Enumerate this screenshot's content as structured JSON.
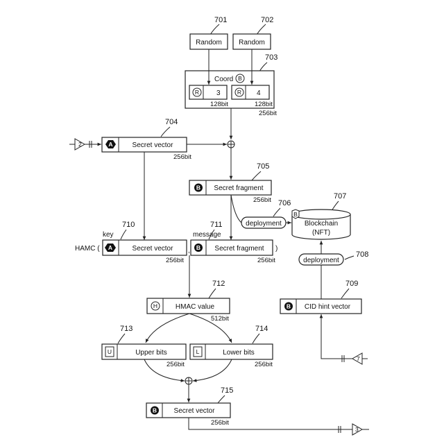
{
  "refs": {
    "r701": "701",
    "r702": "702",
    "r703": "703",
    "r704": "704",
    "r705": "705",
    "r706": "706",
    "r707": "707",
    "r708": "708",
    "r709": "709",
    "r710": "710",
    "r711": "711",
    "r712": "712",
    "r713": "713",
    "r714": "714",
    "r715": "715"
  },
  "random_left": "Random",
  "random_right": "Random",
  "coord": {
    "label": "Coord",
    "badge": "B",
    "left_badge": "R",
    "left_value": "3",
    "left_bits": "128bit",
    "right_badge": "R",
    "right_value": "4",
    "right_bits": "128bit",
    "total_bits": "256bit"
  },
  "input_2": "2",
  "input_7": "7",
  "output_3": "3",
  "secret_vector_704": {
    "badge": "A",
    "label": "Secret vector",
    "bits": "256bit"
  },
  "secret_fragment_705": {
    "badge": "B",
    "label": "Secret fragment",
    "bits": "256bit"
  },
  "deployment_706": "deployment",
  "blockchain": {
    "badge": "B",
    "line1": "Blockchain",
    "line2": "(NFT)"
  },
  "deployment_708": "deployment",
  "cid_hint": {
    "badge": "B",
    "label": "CID hint vector"
  },
  "hmac_row": {
    "fn": "HAMC (",
    "key_label": "key",
    "message_label": "message",
    "key_badge": "A",
    "key_text": "Secret vector",
    "key_bits": "256bit",
    "comma": ",",
    "msg_badge": "B",
    "msg_text": "Secret fragment",
    "msg_bits": "256bit",
    "close": ")"
  },
  "hmac_value": {
    "badge": "H",
    "label": "HMAC value",
    "bits": "512bit"
  },
  "upper_bits": {
    "badge": "U",
    "label": "Upper bits",
    "bits": "256bit"
  },
  "lower_bits": {
    "badge": "L",
    "label": "Lower bits",
    "bits": "256bit"
  },
  "secret_vector_715": {
    "badge": "B",
    "label": "Secret vector",
    "bits": "256bit"
  }
}
